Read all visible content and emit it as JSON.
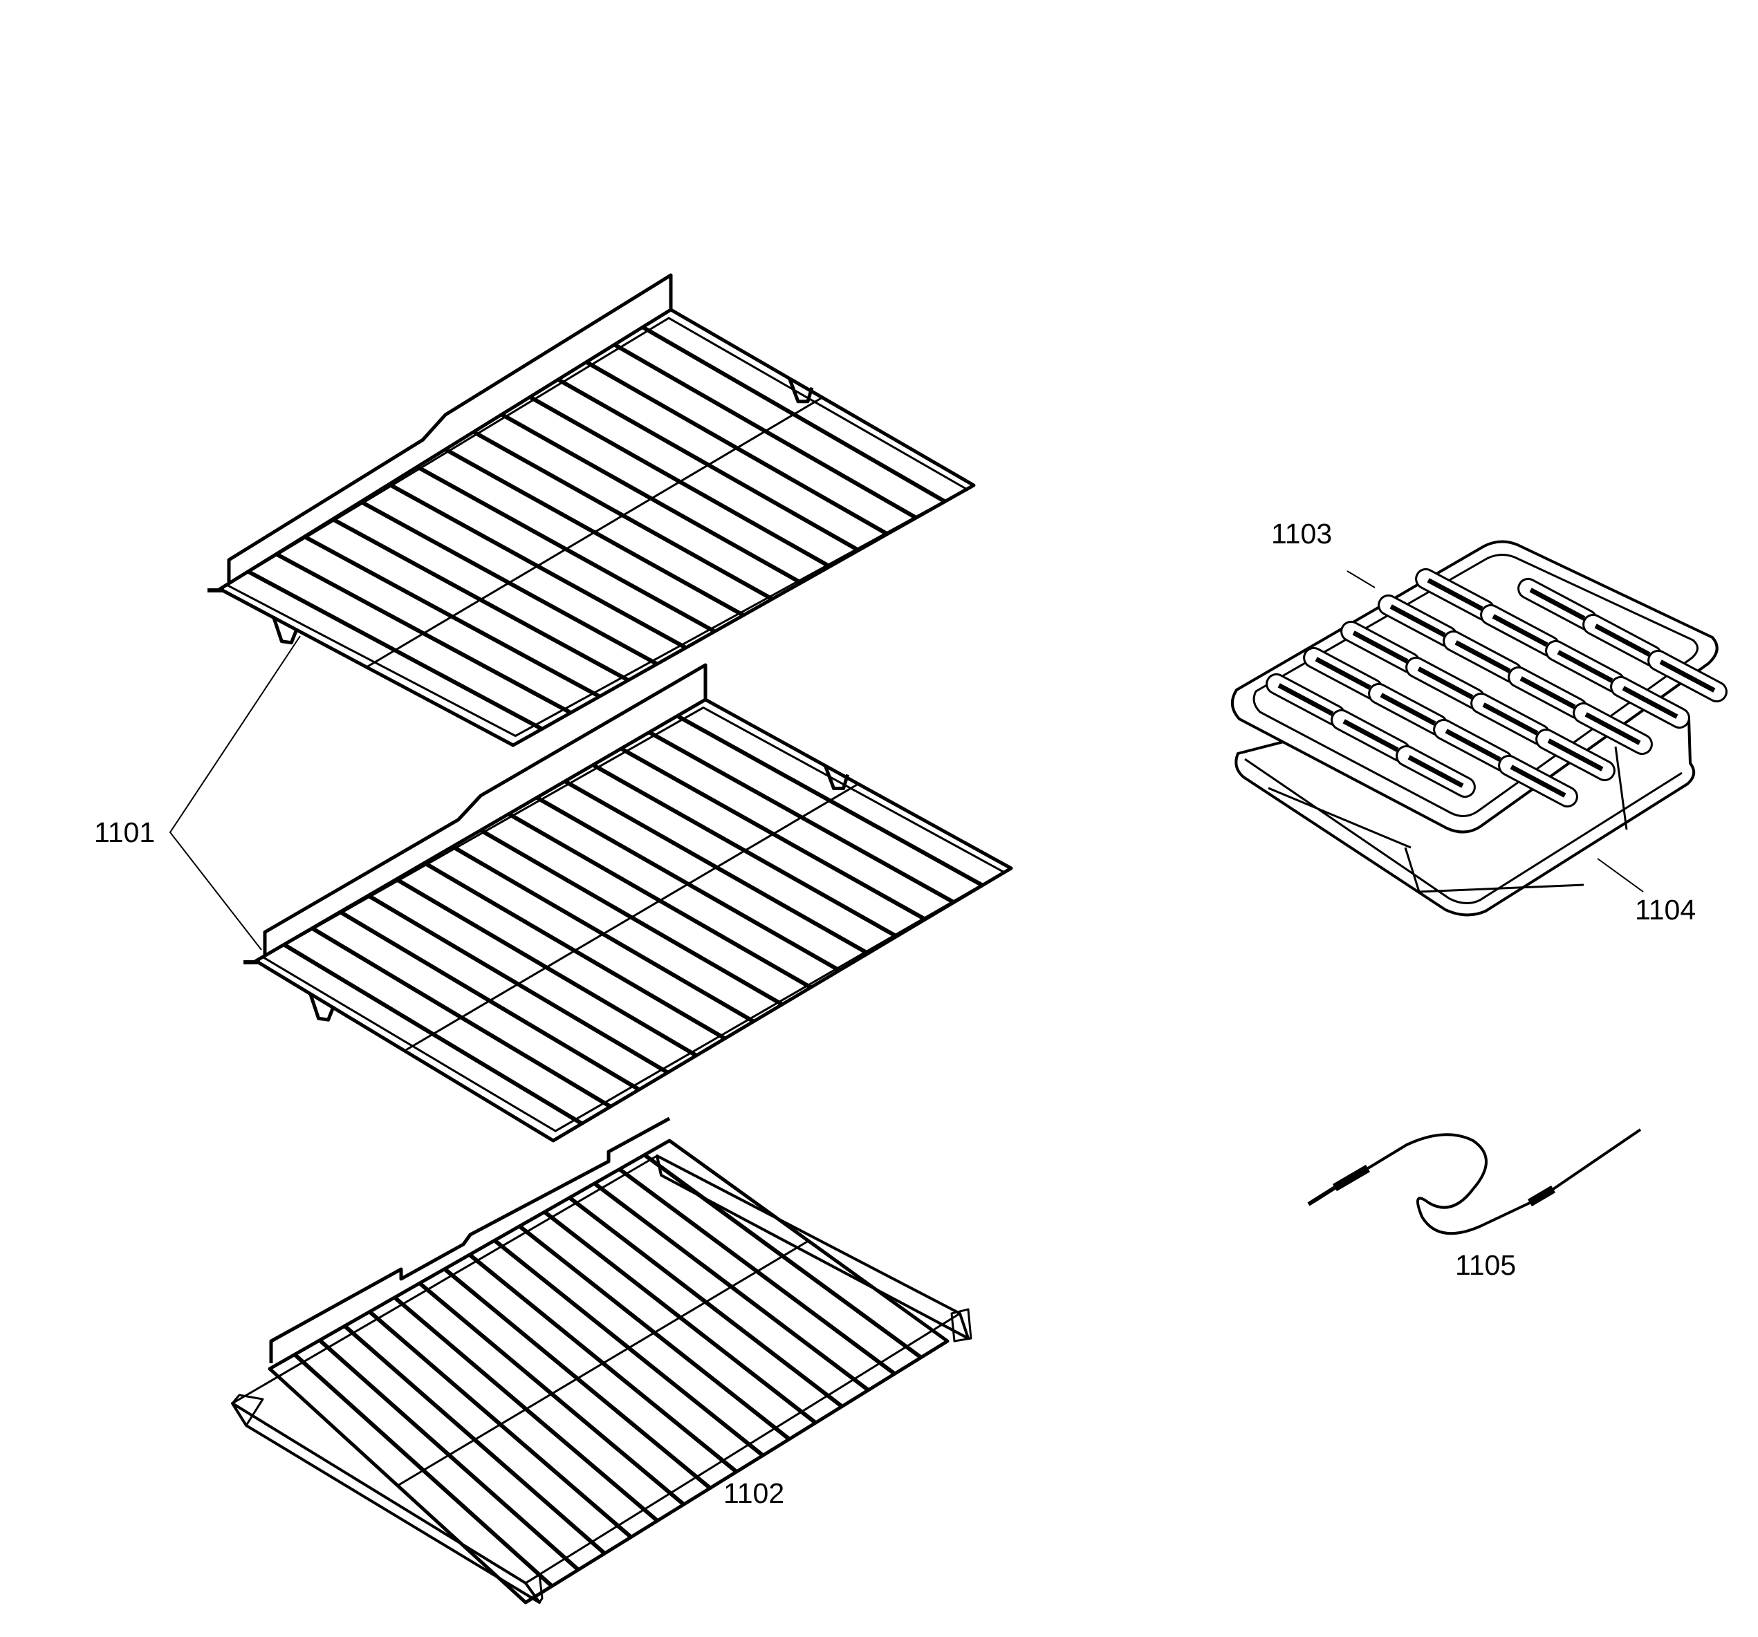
{
  "diagram": {
    "title": "",
    "line_color": "#000000",
    "background": "#ffffff",
    "parts": [
      {
        "id": "rack-1101",
        "callout": "1101",
        "name": "oven rack",
        "count": 2
      },
      {
        "id": "rack-1102",
        "callout": "1102",
        "name": "extension rack",
        "count": 1
      },
      {
        "id": "grid-1103",
        "callout": "1103",
        "name": "broil pan insert",
        "count": 1
      },
      {
        "id": "pan-1104",
        "callout": "1104",
        "name": "broil pan",
        "count": 1
      },
      {
        "id": "probe-1105",
        "callout": "1105",
        "name": "meat probe",
        "count": 1
      }
    ],
    "labels": {
      "l1101": "1101",
      "l1102": "1102",
      "l1103": "1103",
      "l1104": "1104",
      "l1105": "1105"
    }
  }
}
